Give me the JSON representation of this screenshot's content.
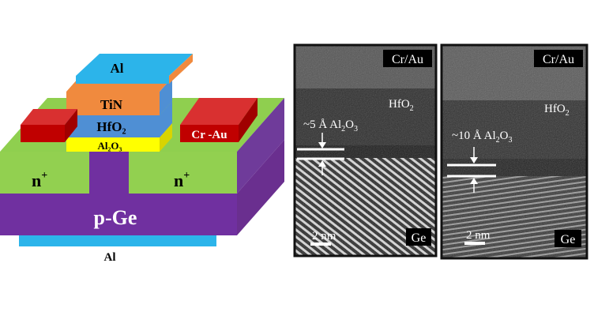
{
  "device": {
    "gate_metal_top": "Al",
    "gate_metal": "TiN",
    "dielectric": "HfO₂",
    "interlayer": "Al₂O₃",
    "contact": "Cr -Au",
    "source_left": "n",
    "drain_right": "n",
    "doping_sup": "+",
    "substrate": "p-Ge",
    "back_contact": "Al"
  },
  "tem_left": {
    "top_tag": "Cr/Au",
    "dielectric_label": "HfO",
    "dielectric_sub": "2",
    "thickness_label_pre": "~5 Å Al",
    "thickness_sub": "2",
    "thickness_label_post": "O",
    "thickness_sub2": "3",
    "scale": "2 nm",
    "bottom_tag": "Ge"
  },
  "tem_right": {
    "top_tag": "Cr/Au",
    "dielectric_label": "HfO",
    "dielectric_sub": "2",
    "thickness_label_pre": "~10 Å Al",
    "thickness_sub": "2",
    "thickness_label_post": "O",
    "thickness_sub2": "3",
    "scale": "2 nm",
    "bottom_tag": "Ge"
  },
  "colors": {
    "green": "#92d050",
    "purple": "#7030a0",
    "red": "#c00000",
    "orange": "#f08a3e",
    "blue": "#4f8fd4",
    "yellow": "#ffff00",
    "cyan": "#2cb4ea"
  }
}
